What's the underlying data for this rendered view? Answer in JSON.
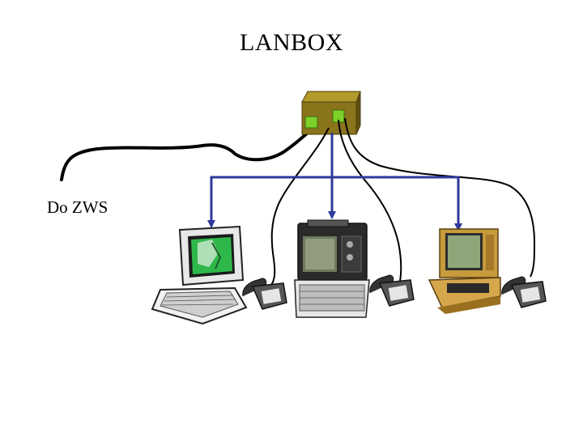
{
  "title": "LANBOX",
  "labels": {
    "uplink": "Do ZWS"
  },
  "colors": {
    "lan_line": "#2f3a9c",
    "box_top": "#9a8420",
    "box_front": "#7e6a18",
    "port": "#7bd12a"
  },
  "devices": [
    {
      "kind": "laptop-terminal",
      "icon": "laptop-icon",
      "screen": "map-green"
    },
    {
      "kind": "rugged-terminal",
      "icon": "rugged-computer-icon",
      "screen": "map-gray"
    },
    {
      "kind": "console-terminal",
      "icon": "console-computer-icon",
      "screen": "map-gray"
    }
  ],
  "phones": [
    {
      "icon": "telephone-icon"
    },
    {
      "icon": "telephone-icon"
    },
    {
      "icon": "telephone-icon"
    }
  ]
}
